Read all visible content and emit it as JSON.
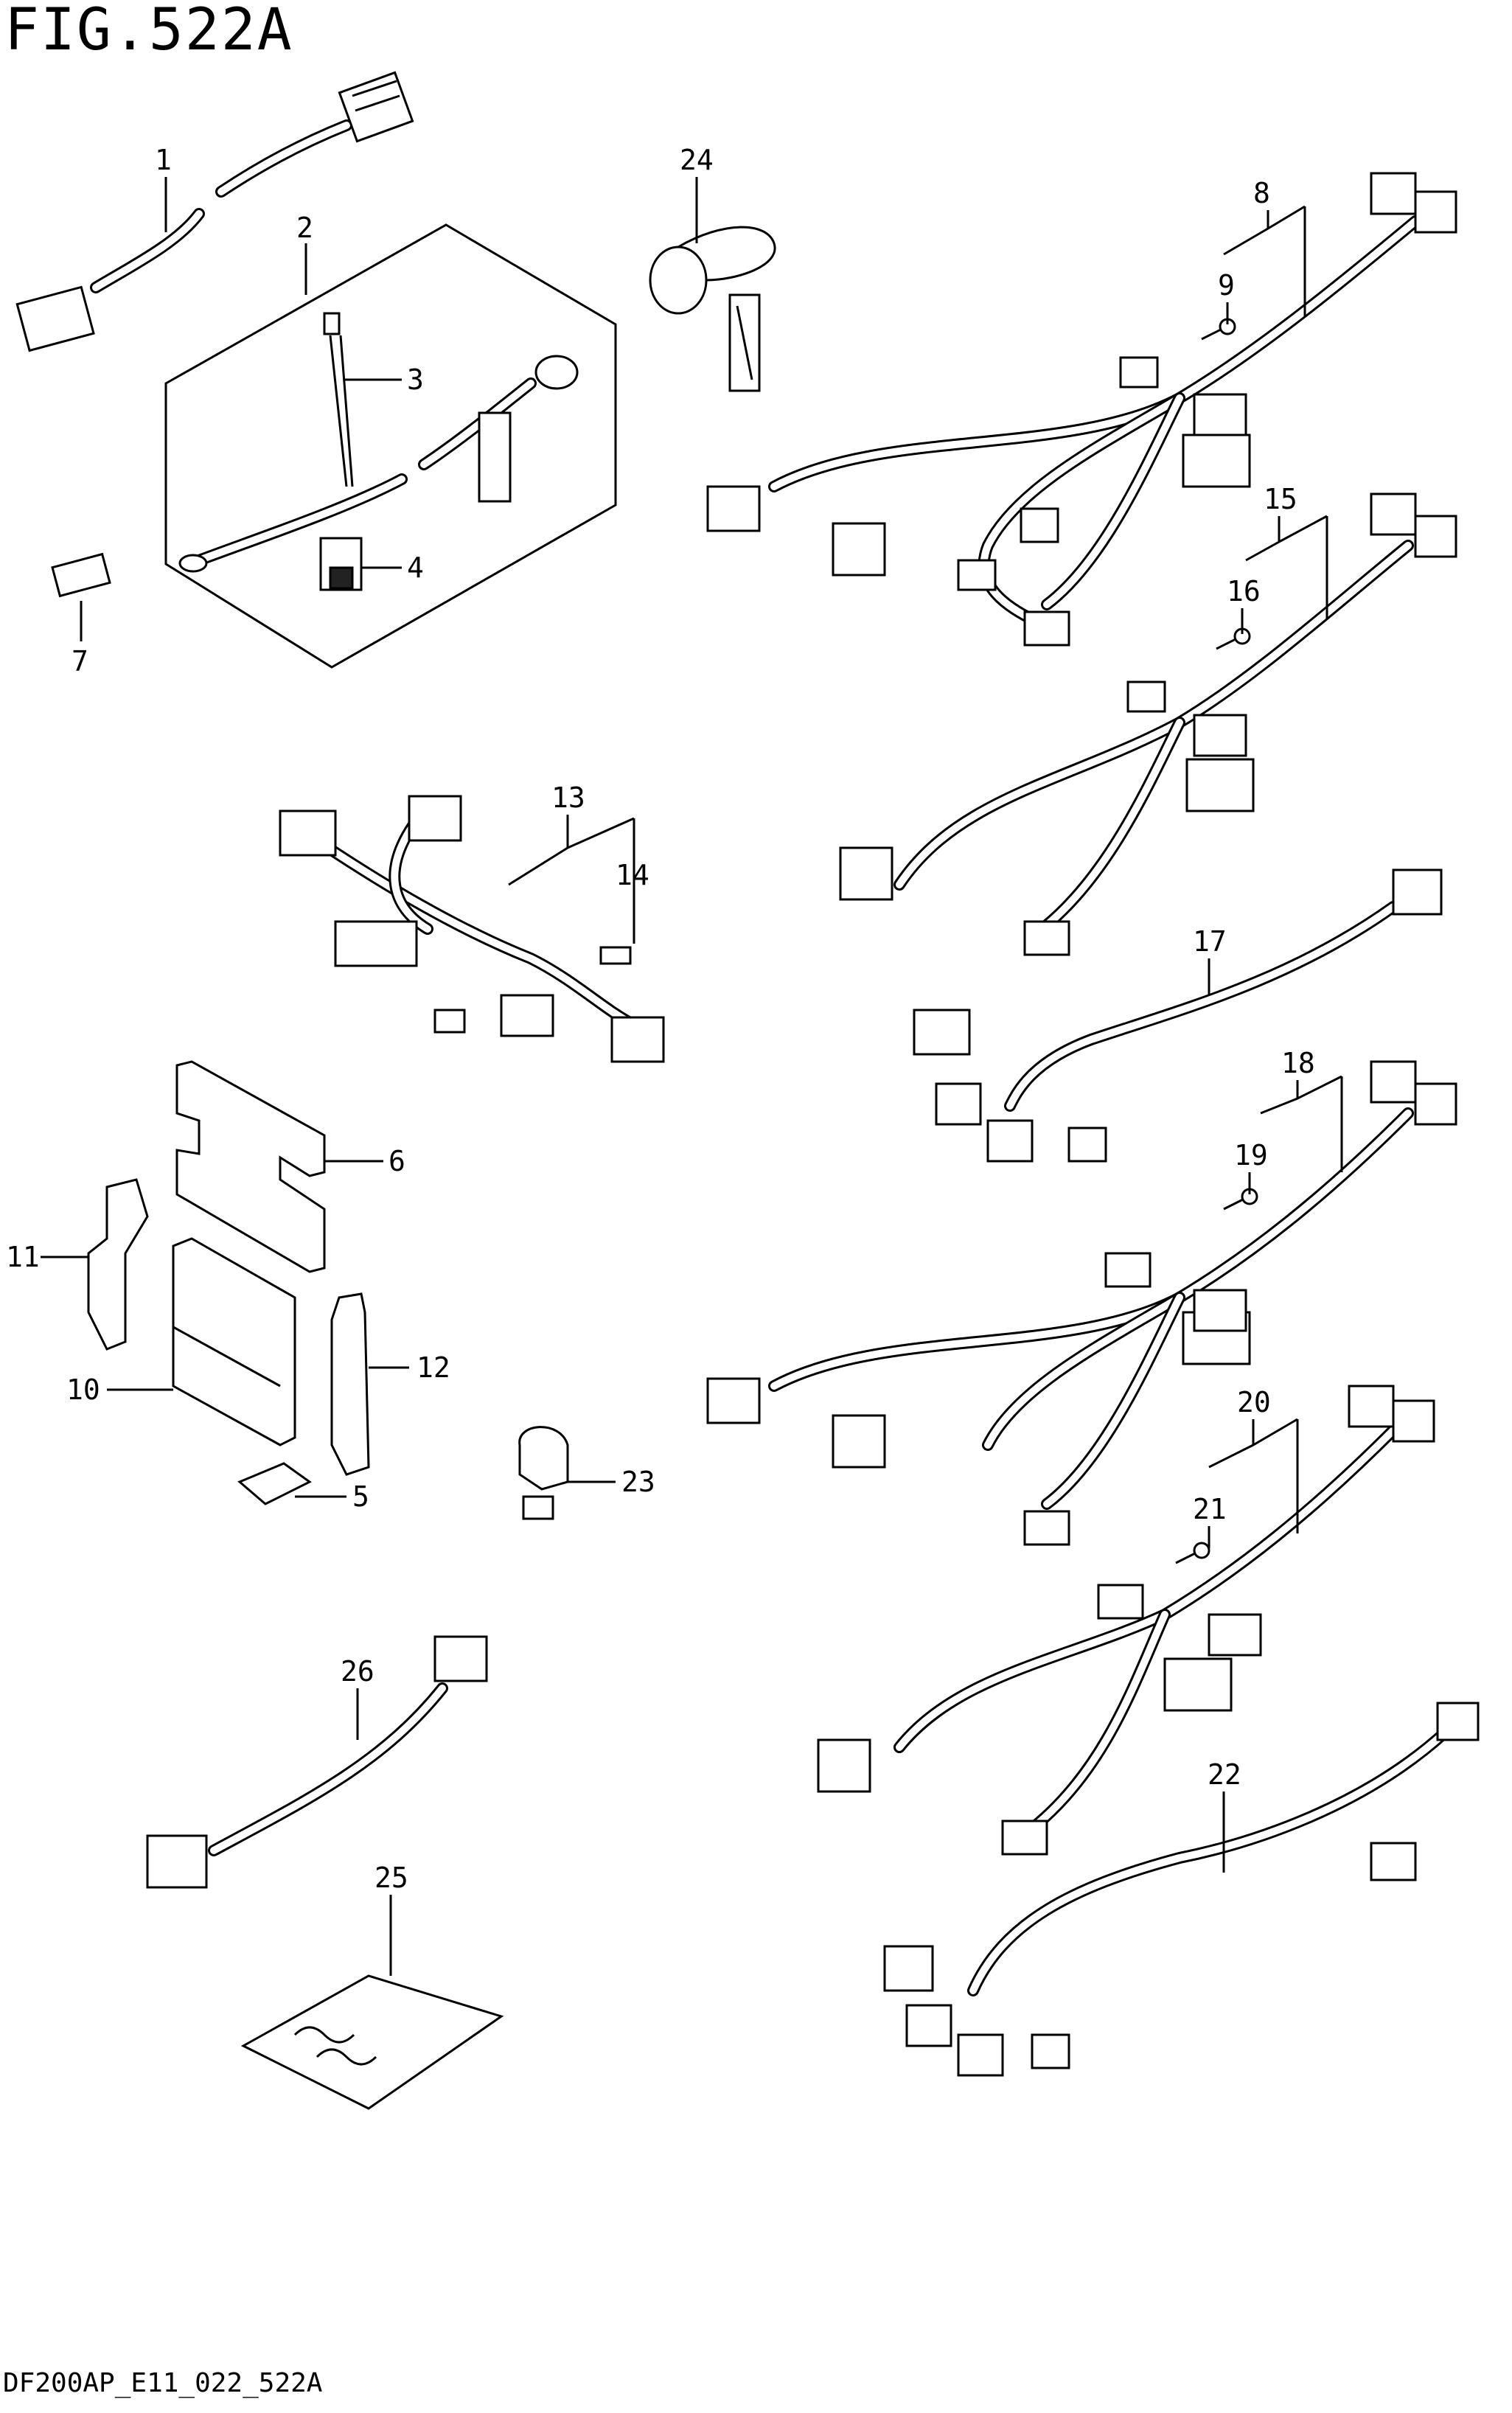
{
  "figure": {
    "title": "FIG.522A",
    "drawing_code": "DF200AP_E11_022_522A"
  },
  "callouts": [
    "1",
    "2",
    "3",
    "4",
    "5",
    "6",
    "7",
    "8",
    "9",
    "10",
    "11",
    "12",
    "13",
    "14",
    "15",
    "16",
    "17",
    "18",
    "19",
    "20",
    "21",
    "22",
    "23",
    "24",
    "25",
    "26"
  ]
}
